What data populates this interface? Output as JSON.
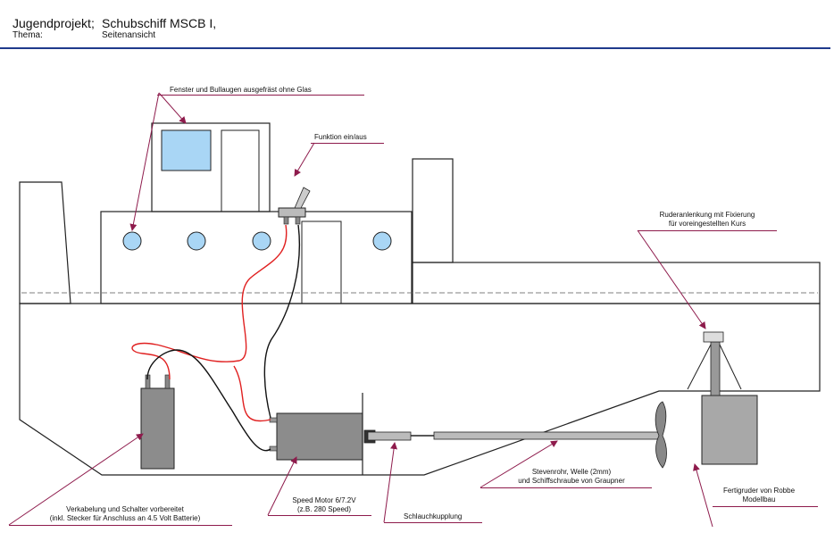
{
  "header": {
    "project_label": "Jugendprojekt;",
    "project_value": "Schubschiff MSCB I,",
    "thema_label": "Thema:",
    "thema_value": "Seitenansicht"
  },
  "annotations": {
    "windows": "Fenster und Bullaugen ausgefräst ohne Glas",
    "switch": "Funktion ein/aus",
    "rudder_linkage_1": "Ruderanlenkung mit Fixierung",
    "rudder_linkage_2": "für voreingestellten Kurs",
    "wiring_1": "Verkabelung und Schalter vorbereitet",
    "wiring_2": "(inkl. Stecker für Anschluss an 4.5 Volt Batterie)",
    "motor_1": "Speed Motor 6/7.2V",
    "motor_2": "(z.B. 280 Speed)",
    "coupling": "Schlauchkupplung",
    "stern_tube_1": "Stevenrohr, Welle (2mm)",
    "stern_tube_2": "und Schiffschraube von Graupner",
    "rudder_1": "Fertigruder von Robbe",
    "rudder_2": "Modellbau"
  },
  "colors": {
    "header_rule": "#1f3a8c",
    "leader_line": "#8e1b4c",
    "window_fill": "#a9d6f5",
    "component_fill": "#8c8c8c",
    "wire_red": "#e02020",
    "wire_black": "#111111"
  }
}
